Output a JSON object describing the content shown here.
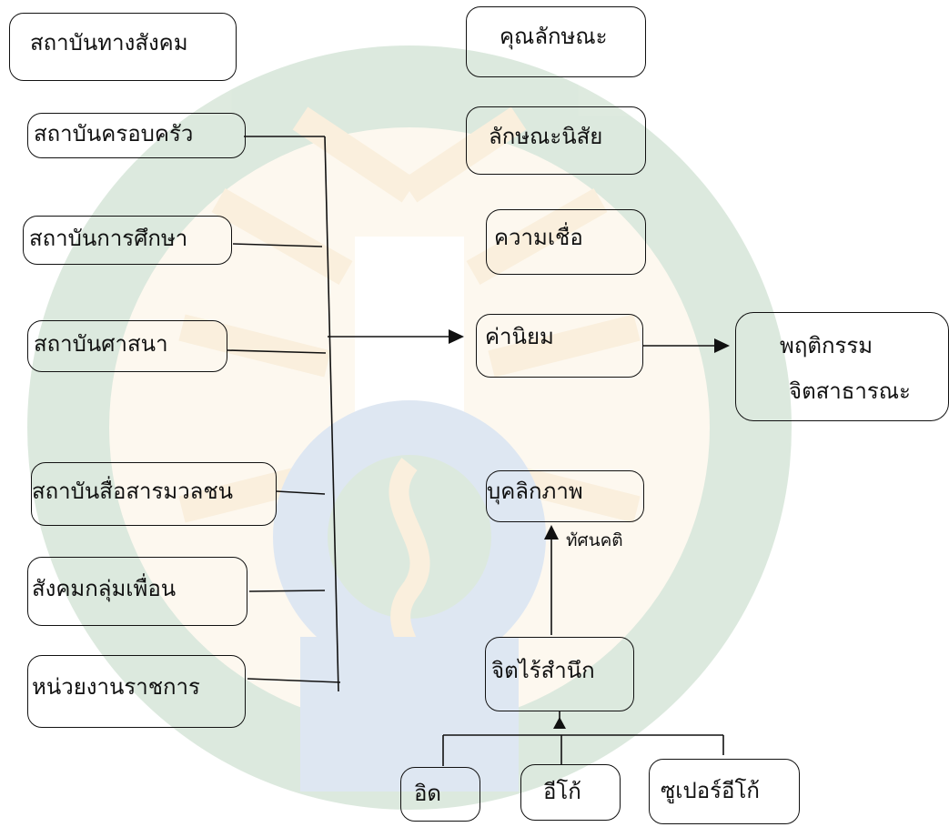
{
  "left_column": {
    "title": "สถาบันทางสังคม",
    "items": [
      "สถาบันครอบครัว",
      "สถาบันการศึกษา",
      "สถาบันศาสนา",
      "สถาบันสื่อสารมวลชน",
      "สังคมกลุ่มเพื่อน",
      "หน่วยงานราชการ"
    ]
  },
  "middle_column": {
    "title": "คุณลักษณะ",
    "items": [
      "ลักษณะนิสัย",
      "ความเชื่อ",
      "ค่านิยม",
      "บุคลิกภาพ",
      "จิตไร้สำนึก"
    ]
  },
  "result": {
    "line1": "พฤติกรรม",
    "line2": "จิตสาธารณะ"
  },
  "arrow_label": "ทัศนคติ",
  "bottom": [
    "อิด",
    "อีโก้",
    "ซูเปอร์อีโก้"
  ],
  "colors": {
    "line": "#111111",
    "watermark_green": "#2f7d3a",
    "watermark_gold": "#e3a030",
    "watermark_blue": "#3b6fb5"
  }
}
